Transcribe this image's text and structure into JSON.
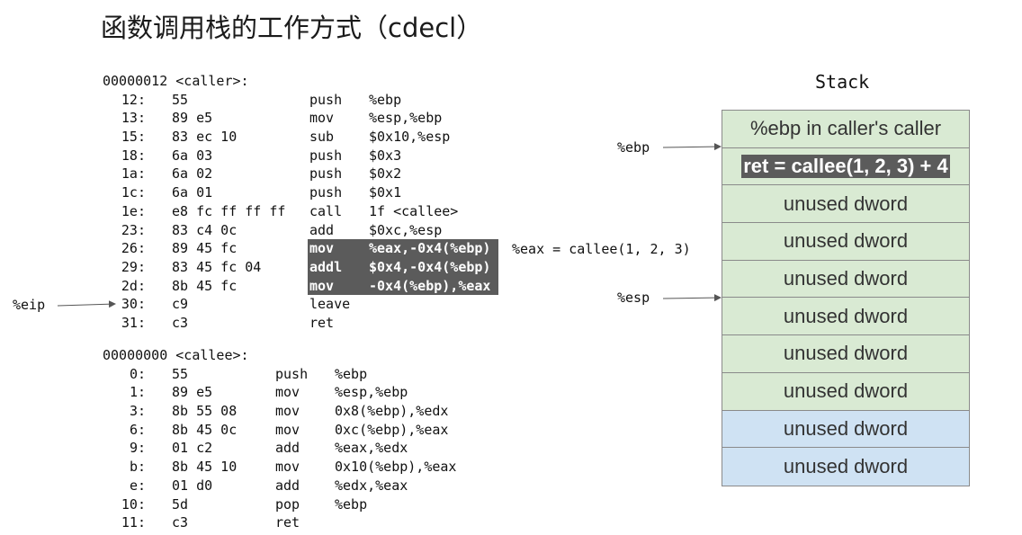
{
  "title": "函数调用栈的工作方式（cdecl）",
  "caller": {
    "header": "00000012 <caller>:",
    "lines": [
      {
        "addr": "12:",
        "bytes": "55",
        "op": "push",
        "args": "%ebp"
      },
      {
        "addr": "13:",
        "bytes": "89 e5",
        "op": "mov",
        "args": "%esp,%ebp"
      },
      {
        "addr": "15:",
        "bytes": "83 ec 10",
        "op": "sub",
        "args": "$0x10,%esp"
      },
      {
        "addr": "18:",
        "bytes": "6a 03",
        "op": "push",
        "args": "$0x3"
      },
      {
        "addr": "1a:",
        "bytes": "6a 02",
        "op": "push",
        "args": "$0x2"
      },
      {
        "addr": "1c:",
        "bytes": "6a 01",
        "op": "push",
        "args": "$0x1"
      },
      {
        "addr": "1e:",
        "bytes": "e8 fc ff ff ff",
        "op": "call",
        "args": "1f <callee>"
      },
      {
        "addr": "23:",
        "bytes": "83 c4 0c",
        "op": "add",
        "args": "$0xc,%esp"
      },
      {
        "addr": "26:",
        "bytes": "89 45 fc",
        "op": "mov",
        "args": "%eax,-0x4(%ebp)",
        "highlight": true
      },
      {
        "addr": "29:",
        "bytes": "83 45 fc 04",
        "op": "addl",
        "args": "$0x4,-0x4(%ebp)",
        "highlight": true
      },
      {
        "addr": "2d:",
        "bytes": "8b 45 fc",
        "op": "mov",
        "args": "-0x4(%ebp),%eax",
        "highlight": true
      },
      {
        "addr": "30:",
        "bytes": "c9",
        "op": "leave",
        "args": ""
      },
      {
        "addr": "31:",
        "bytes": "c3",
        "op": "ret",
        "args": ""
      }
    ]
  },
  "callee": {
    "header": "00000000 <callee>:",
    "lines": [
      {
        "addr": "0:",
        "bytes": "55",
        "op": "push",
        "args": "%ebp"
      },
      {
        "addr": "1:",
        "bytes": "89 e5",
        "op": "mov",
        "args": "%esp,%ebp"
      },
      {
        "addr": "3:",
        "bytes": "8b 55 08",
        "op": "mov",
        "args": "0x8(%ebp),%edx"
      },
      {
        "addr": "6:",
        "bytes": "8b 45 0c",
        "op": "mov",
        "args": "0xc(%ebp),%eax"
      },
      {
        "addr": "9:",
        "bytes": "01 c2",
        "op": "add",
        "args": "%eax,%edx"
      },
      {
        "addr": "b:",
        "bytes": "8b 45 10",
        "op": "mov",
        "args": "0x10(%ebp),%eax"
      },
      {
        "addr": "e:",
        "bytes": "01 d0",
        "op": "add",
        "args": "%edx,%eax"
      },
      {
        "addr": "10:",
        "bytes": "5d",
        "op": "pop",
        "args": "%ebp"
      },
      {
        "addr": "11:",
        "bytes": "c3",
        "op": "ret",
        "args": ""
      }
    ]
  },
  "annotations": {
    "eax_note": "%eax = callee(1, 2, 3)",
    "eip_label": "%eip",
    "ebp_label": "%ebp",
    "esp_label": "%esp"
  },
  "stack": {
    "title": "Stack",
    "slots": [
      {
        "label": "%ebp in caller's caller",
        "color": "#d9ead3",
        "style": "normal"
      },
      {
        "label": "ret = callee(1, 2, 3) + 4",
        "color": "#d9ead3",
        "style": "highlight"
      },
      {
        "label": "unused dword",
        "color": "#d9ead3",
        "style": "normal"
      },
      {
        "label": "unused dword",
        "color": "#d9ead3",
        "style": "normal"
      },
      {
        "label": "unused dword",
        "color": "#d9ead3",
        "style": "normal"
      },
      {
        "label": "unused dword",
        "color": "#d9ead3",
        "style": "normal"
      },
      {
        "label": "unused dword",
        "color": "#d9ead3",
        "style": "normal"
      },
      {
        "label": "unused dword",
        "color": "#d9ead3",
        "style": "normal"
      },
      {
        "label": "unused dword",
        "color": "#cfe2f3",
        "style": "normal"
      },
      {
        "label": "unused dword",
        "color": "#cfe2f3",
        "style": "normal"
      }
    ]
  }
}
